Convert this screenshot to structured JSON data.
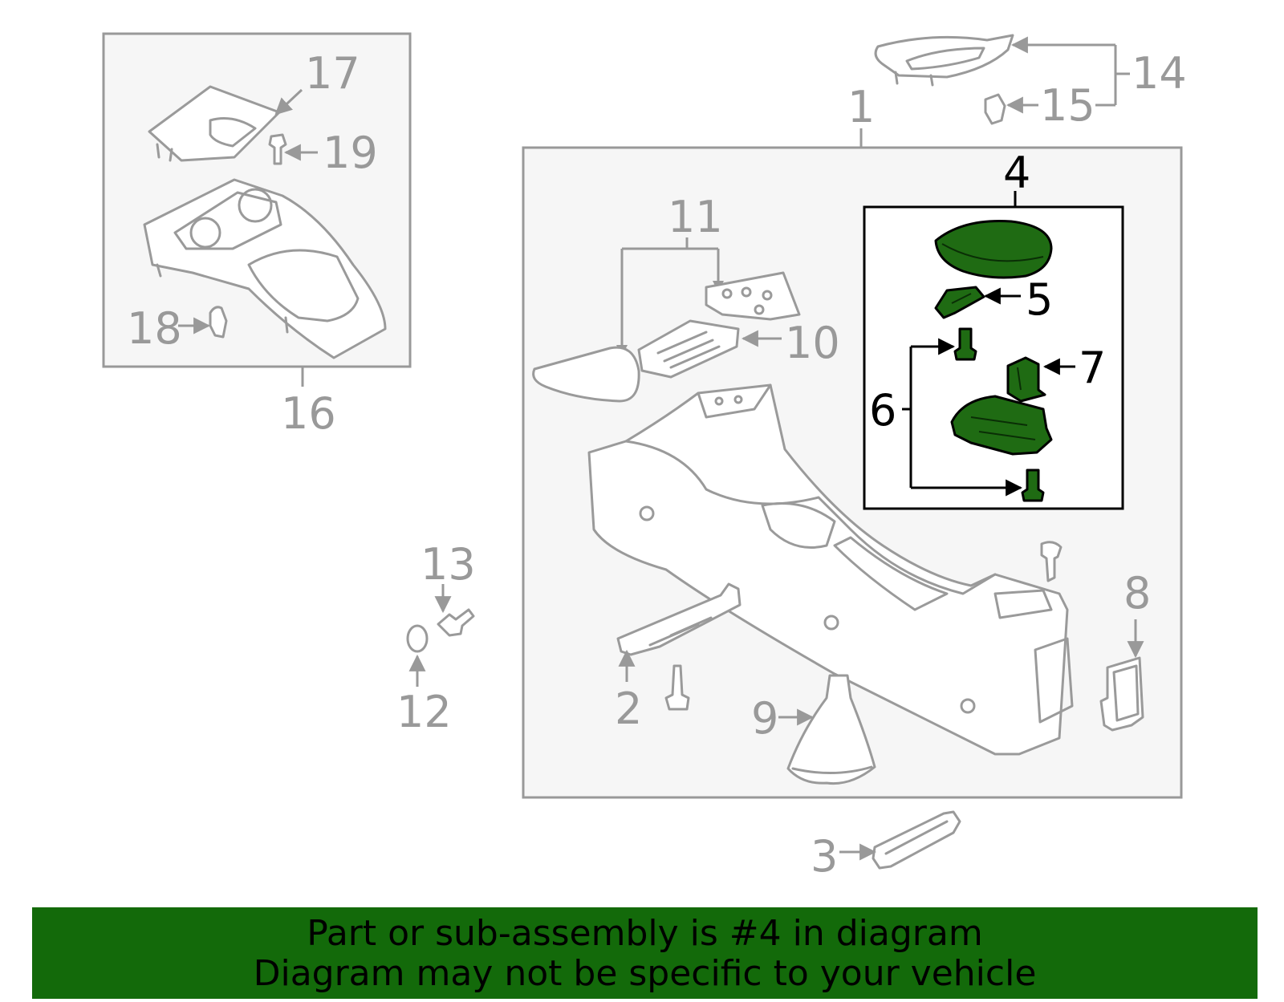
{
  "callouts": {
    "c1": "1",
    "c2": "2",
    "c3": "3",
    "c4": "4",
    "c5": "5",
    "c6": "6",
    "c7": "7",
    "c8": "8",
    "c9": "9",
    "c10": "10",
    "c11": "11",
    "c12": "12",
    "c13": "13",
    "c14": "14",
    "c15": "15",
    "c16": "16",
    "c17": "17",
    "c18": "18",
    "c19": "19"
  },
  "highlight_color": "#1f6b13",
  "banner": {
    "line1": "Part or sub-assembly is #4 in diagram",
    "line2": "Diagram may not be specific to your vehicle",
    "background": "#136a0a"
  }
}
